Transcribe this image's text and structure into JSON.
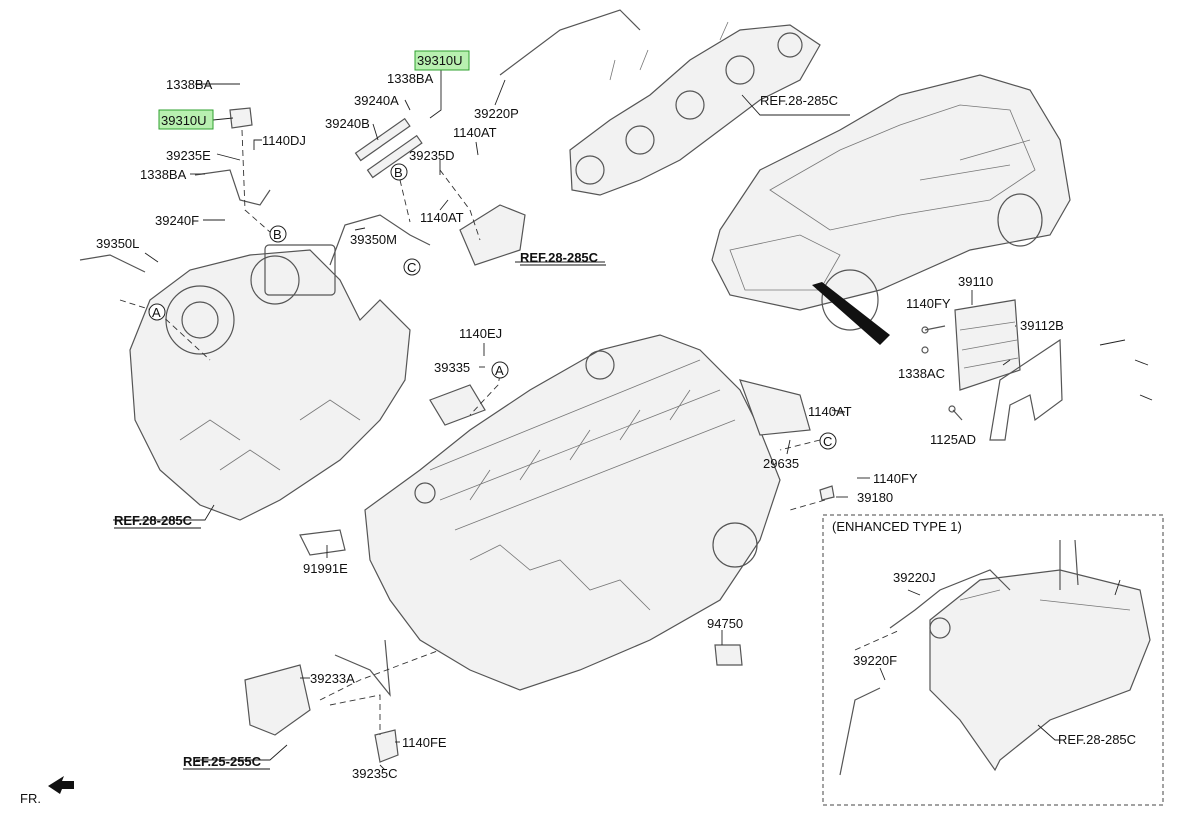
{
  "labels": {
    "l_1338BA_a": "1338BA",
    "l_39310U_a": "39310U",
    "l_1140DJ": "1140DJ",
    "l_39235E": "39235E",
    "l_1338BA_b": "1338BA",
    "l_39240F": "39240F",
    "l_39350L": "39350L",
    "l_39310U_b": "39310U",
    "l_1338BA_c": "1338BA",
    "l_39240A": "39240A",
    "l_39240B": "39240B",
    "l_39220P": "39220P",
    "l_1140AT_a": "1140AT",
    "l_39235D": "39235D",
    "l_1140AT_b": "1140AT",
    "l_39350M": "39350M",
    "l_1140EJ": "1140EJ",
    "l_39335": "39335",
    "l_39110": "39110",
    "l_1140FY_a": "1140FY",
    "l_39112B": "39112B",
    "l_1338AC": "1338AC",
    "l_1140AT_c": "1140AT",
    "l_1125AD": "1125AD",
    "l_29635": "29635",
    "l_1140FY_b": "1140FY",
    "l_39180": "39180",
    "l_91991E": "91991E",
    "l_94750": "94750",
    "l_39233A": "39233A",
    "l_1140FE": "1140FE",
    "l_39235C": "39235C",
    "l_39220J": "39220J",
    "l_39220F": "39220F"
  },
  "refs": {
    "r_top_right": "REF.28-285C",
    "r_middle": "REF.28-285C",
    "r_left": "REF.28-285C",
    "r_bottom_left": "REF.25-255C",
    "r_box": "REF.28-285C"
  },
  "callouts": {
    "A": "A",
    "B": "B",
    "C": "C"
  },
  "enhanced_box_title": "(ENHANCED TYPE 1)",
  "front_marker": "FR.",
  "highlight_color": "#b8f0b0",
  "icons": [
    "front-direction-arrow-icon",
    "suv-vehicle-icon"
  ]
}
